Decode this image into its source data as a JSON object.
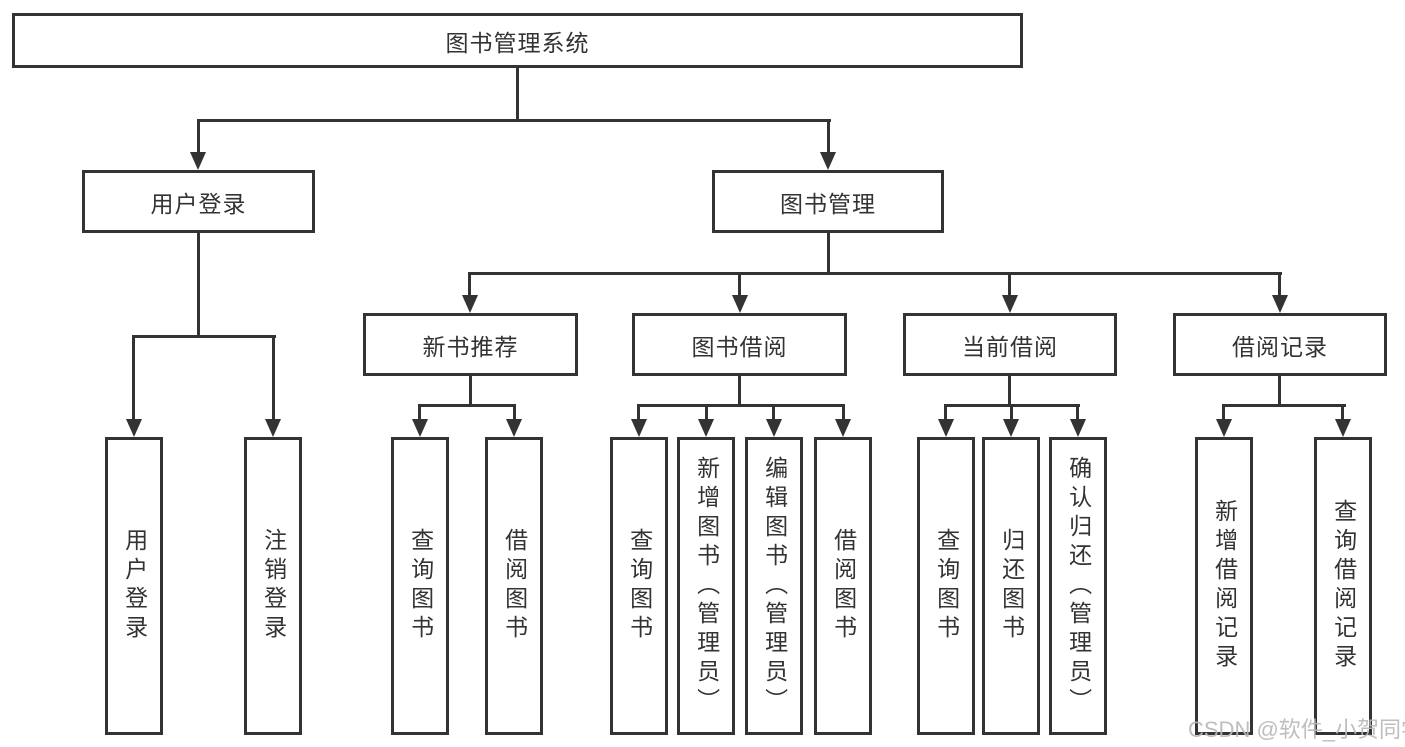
{
  "diagram": {
    "title": "图书管理系统",
    "watermark": "CSDN @软件_小贺同学",
    "colors": {
      "line": "#333333",
      "text": "#333333",
      "background": "#ffffff",
      "watermark": "#b9b9b9"
    },
    "nodes": {
      "root": {
        "label": "图书管理系统"
      },
      "level2": [
        {
          "label": "用户登录"
        },
        {
          "label": "图书管理"
        }
      ],
      "level3": [
        {
          "label": "新书推荐",
          "parent": "图书管理"
        },
        {
          "label": "图书借阅",
          "parent": "图书管理"
        },
        {
          "label": "当前借阅",
          "parent": "图书管理"
        },
        {
          "label": "借阅记录",
          "parent": "图书管理"
        }
      ],
      "leaves": [
        {
          "label": "用户登录",
          "parent": "用户登录"
        },
        {
          "label": "注销登录",
          "parent": "用户登录"
        },
        {
          "label": "查询图书",
          "parent": "新书推荐"
        },
        {
          "label": "借阅图书",
          "parent": "新书推荐"
        },
        {
          "label": "查询图书",
          "parent": "图书借阅"
        },
        {
          "label": "新增图书（管理员）",
          "parent": "图书借阅"
        },
        {
          "label": "编辑图书（管理员）",
          "parent": "图书借阅"
        },
        {
          "label": "借阅图书",
          "parent": "图书借阅"
        },
        {
          "label": "查询图书",
          "parent": "当前借阅"
        },
        {
          "label": "归还图书",
          "parent": "当前借阅"
        },
        {
          "label": "确认归还（管理员）",
          "parent": "当前借阅"
        },
        {
          "label": "新增借阅记录",
          "parent": "借阅记录"
        },
        {
          "label": "查询借阅记录",
          "parent": "借阅记录"
        }
      ]
    }
  }
}
